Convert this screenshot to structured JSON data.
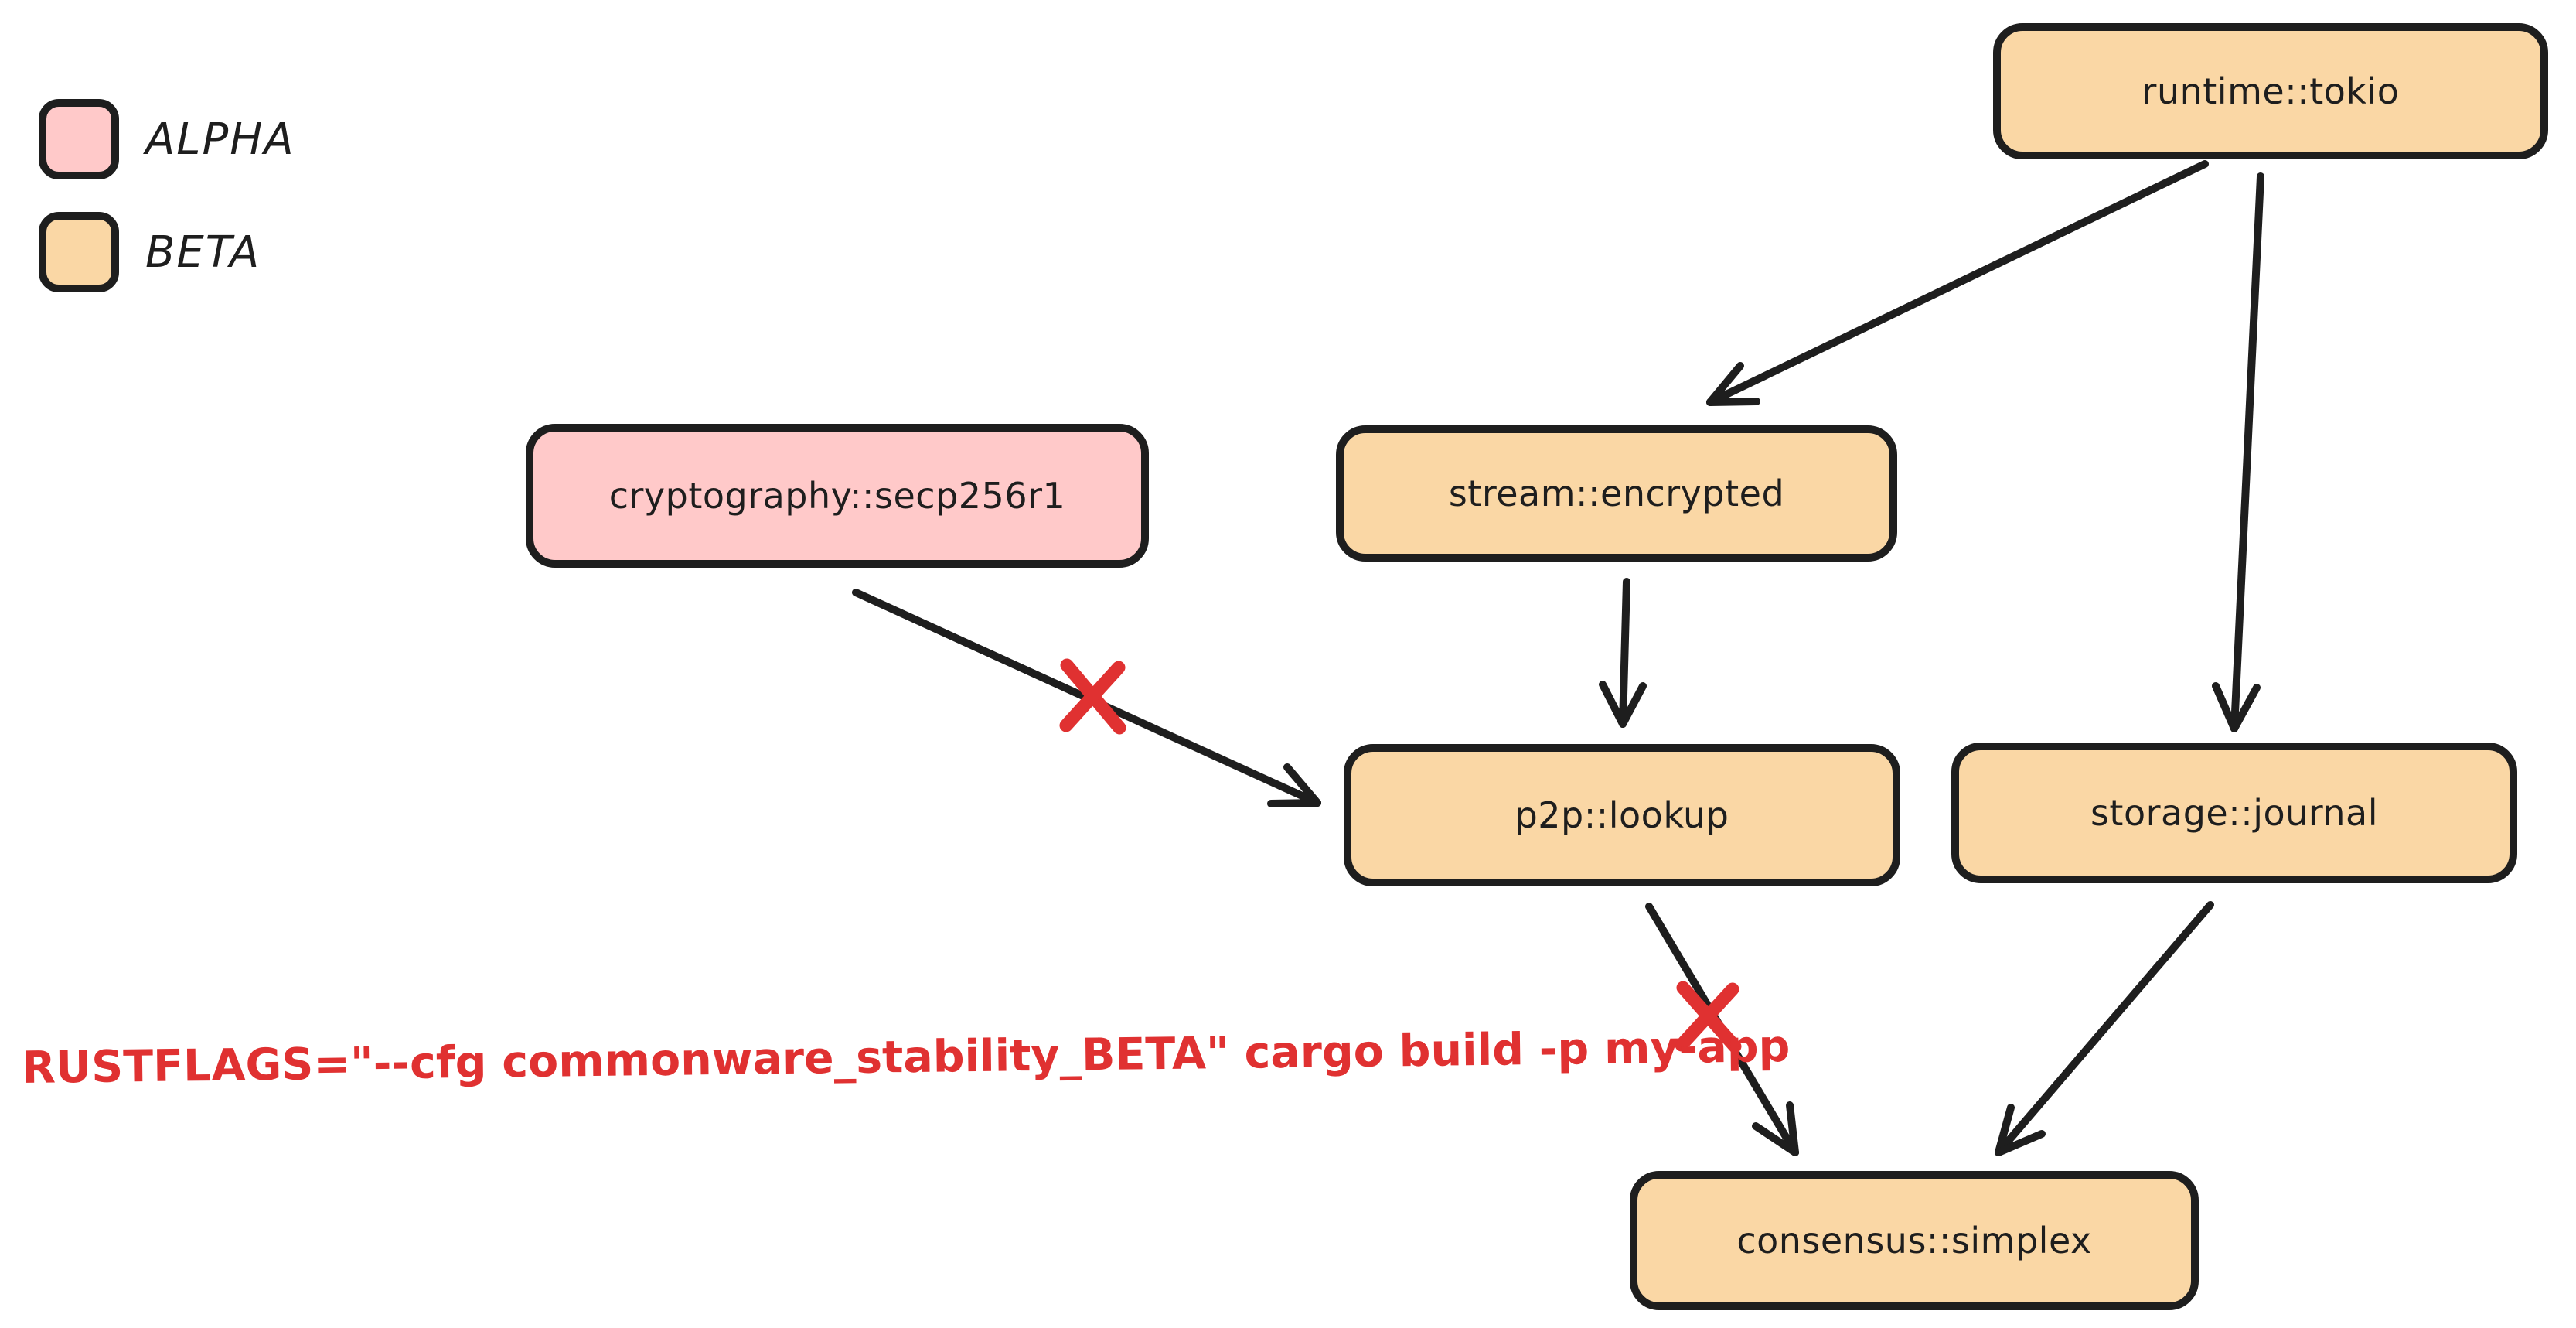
{
  "legend": {
    "items": [
      {
        "label": "ALPHA",
        "color": "#ffc9c9"
      },
      {
        "label": "BETA",
        "color": "#fad7a5"
      }
    ]
  },
  "nodes": [
    {
      "id": "runtime-tokio",
      "label": "runtime::tokio",
      "stability": "BETA"
    },
    {
      "id": "cryptography-secp256r1",
      "label": "cryptography::secp256r1",
      "stability": "ALPHA"
    },
    {
      "id": "stream-encrypted",
      "label": "stream::encrypted",
      "stability": "BETA"
    },
    {
      "id": "p2p-lookup",
      "label": "p2p::lookup",
      "stability": "BETA"
    },
    {
      "id": "storage-journal",
      "label": "storage::journal",
      "stability": "BETA"
    },
    {
      "id": "consensus-simplex",
      "label": "consensus::simplex",
      "stability": "BETA"
    }
  ],
  "edges": [
    {
      "from": "runtime::tokio",
      "to": "stream::encrypted",
      "blocked": false
    },
    {
      "from": "runtime::tokio",
      "to": "storage::journal",
      "blocked": false
    },
    {
      "from": "stream::encrypted",
      "to": "p2p::lookup",
      "blocked": false
    },
    {
      "from": "cryptography::secp256r1",
      "to": "p2p::lookup",
      "blocked": true
    },
    {
      "from": "p2p::lookup",
      "to": "consensus::simplex",
      "blocked": true
    },
    {
      "from": "storage::journal",
      "to": "consensus::simplex",
      "blocked": false
    }
  ],
  "command": {
    "text": "RUSTFLAGS=\"--cfg commonware_stability_BETA\" cargo build -p my-app",
    "color": "#e03131"
  },
  "colors": {
    "alpha_fill": "#ffc9c9",
    "beta_fill": "#fad7a5",
    "stroke": "#1e1e1e",
    "blocked_red": "#e03131",
    "background": "#ffffff"
  }
}
